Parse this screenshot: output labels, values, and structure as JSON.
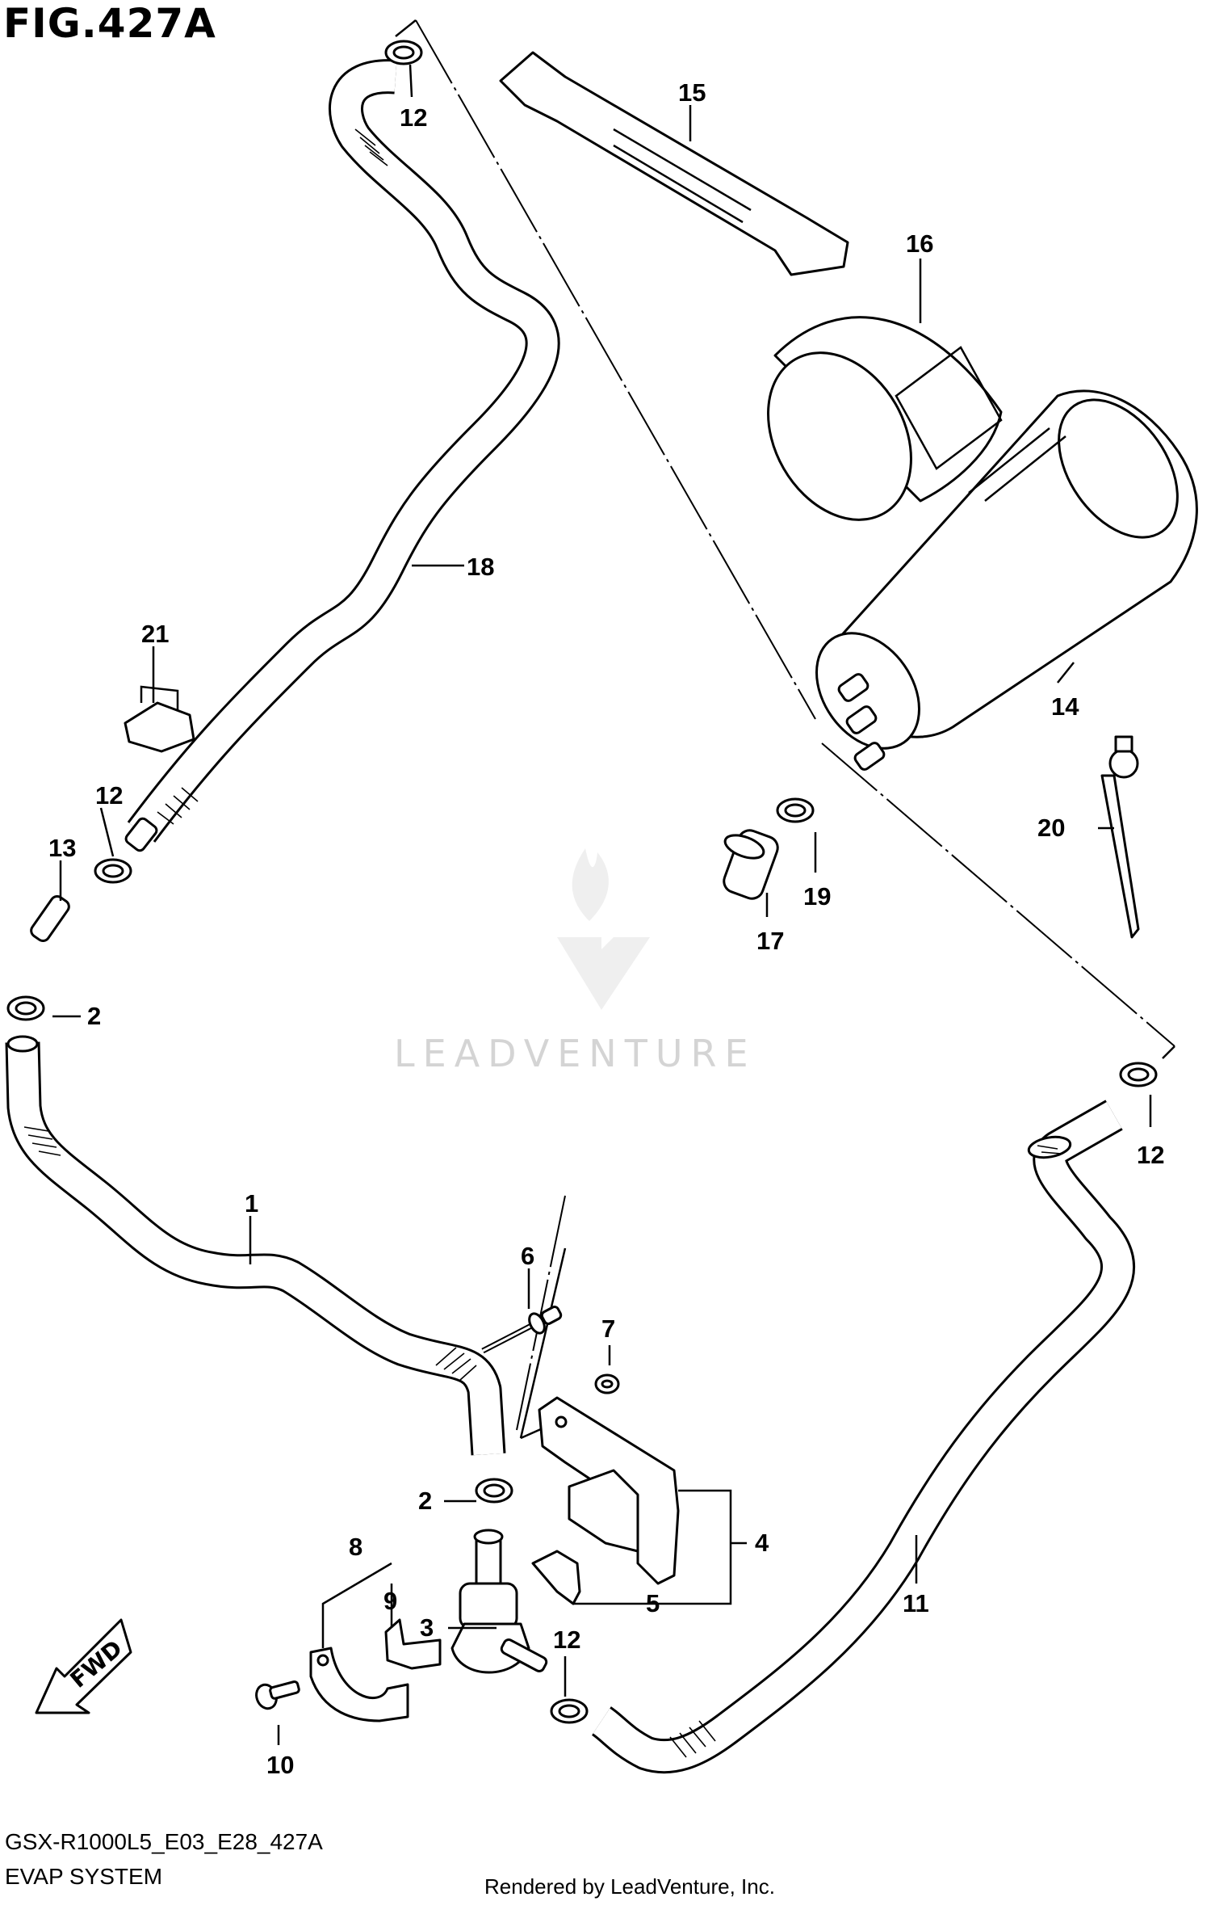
{
  "figure": {
    "title": "FIG.427A",
    "model_code": "GSX-R1000L5_E03_E28_427A",
    "system_name": "EVAP SYSTEM",
    "rendered_by": "Rendered by LeadVenture, Inc.",
    "watermark": "LEADVENTURE",
    "fwd_label": "FWD"
  },
  "callouts": {
    "c1": "1",
    "c2a": "2",
    "c2b": "2",
    "c3": "3",
    "c4": "4",
    "c5": "5",
    "c6": "6",
    "c7": "7",
    "c8": "8",
    "c9": "9",
    "c10": "10",
    "c11": "11",
    "c12a": "12",
    "c12b": "12",
    "c12c": "12",
    "c12d": "12",
    "c13": "13",
    "c14": "14",
    "c15": "15",
    "c16": "16",
    "c17": "17",
    "c18": "18",
    "c19": "19",
    "c20": "20",
    "c21": "21"
  }
}
